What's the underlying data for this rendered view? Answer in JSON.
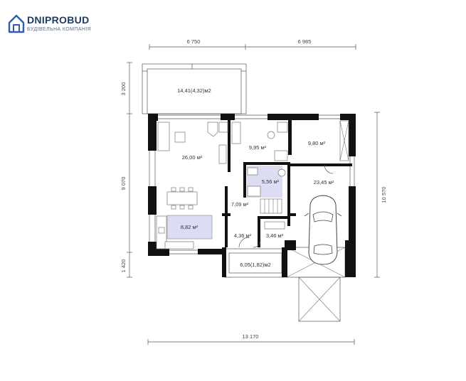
{
  "logo": {
    "brand": "DNIPROBUD",
    "tagline": "БУДІВЕЛЬНА КОМПАНІЯ",
    "color": "#1f3a5f",
    "icon": "house-outline-icon"
  },
  "dimensions": {
    "top_left": "6 750",
    "top_right": "6 985",
    "left_top": "3 200",
    "left_middle": "9 070",
    "left_bottom": "1 420",
    "right": "10 570",
    "bottom": "13 170"
  },
  "rooms": {
    "terrace": "14,41(4,32)м2",
    "living": "26,00 м²",
    "office": "9,95 м²",
    "bedroom": "9,80 м²",
    "bathroom": "5,56 м²",
    "garage": "23,45 м²",
    "hall": "7,09 м²",
    "kitchen": "8,82 м²",
    "entry": "4,36 м²",
    "storage": "3,46 м²",
    "porch": "6,05(1,82)м2"
  },
  "colors": {
    "highlight": "#dcdcf2",
    "wall": "#111111"
  }
}
